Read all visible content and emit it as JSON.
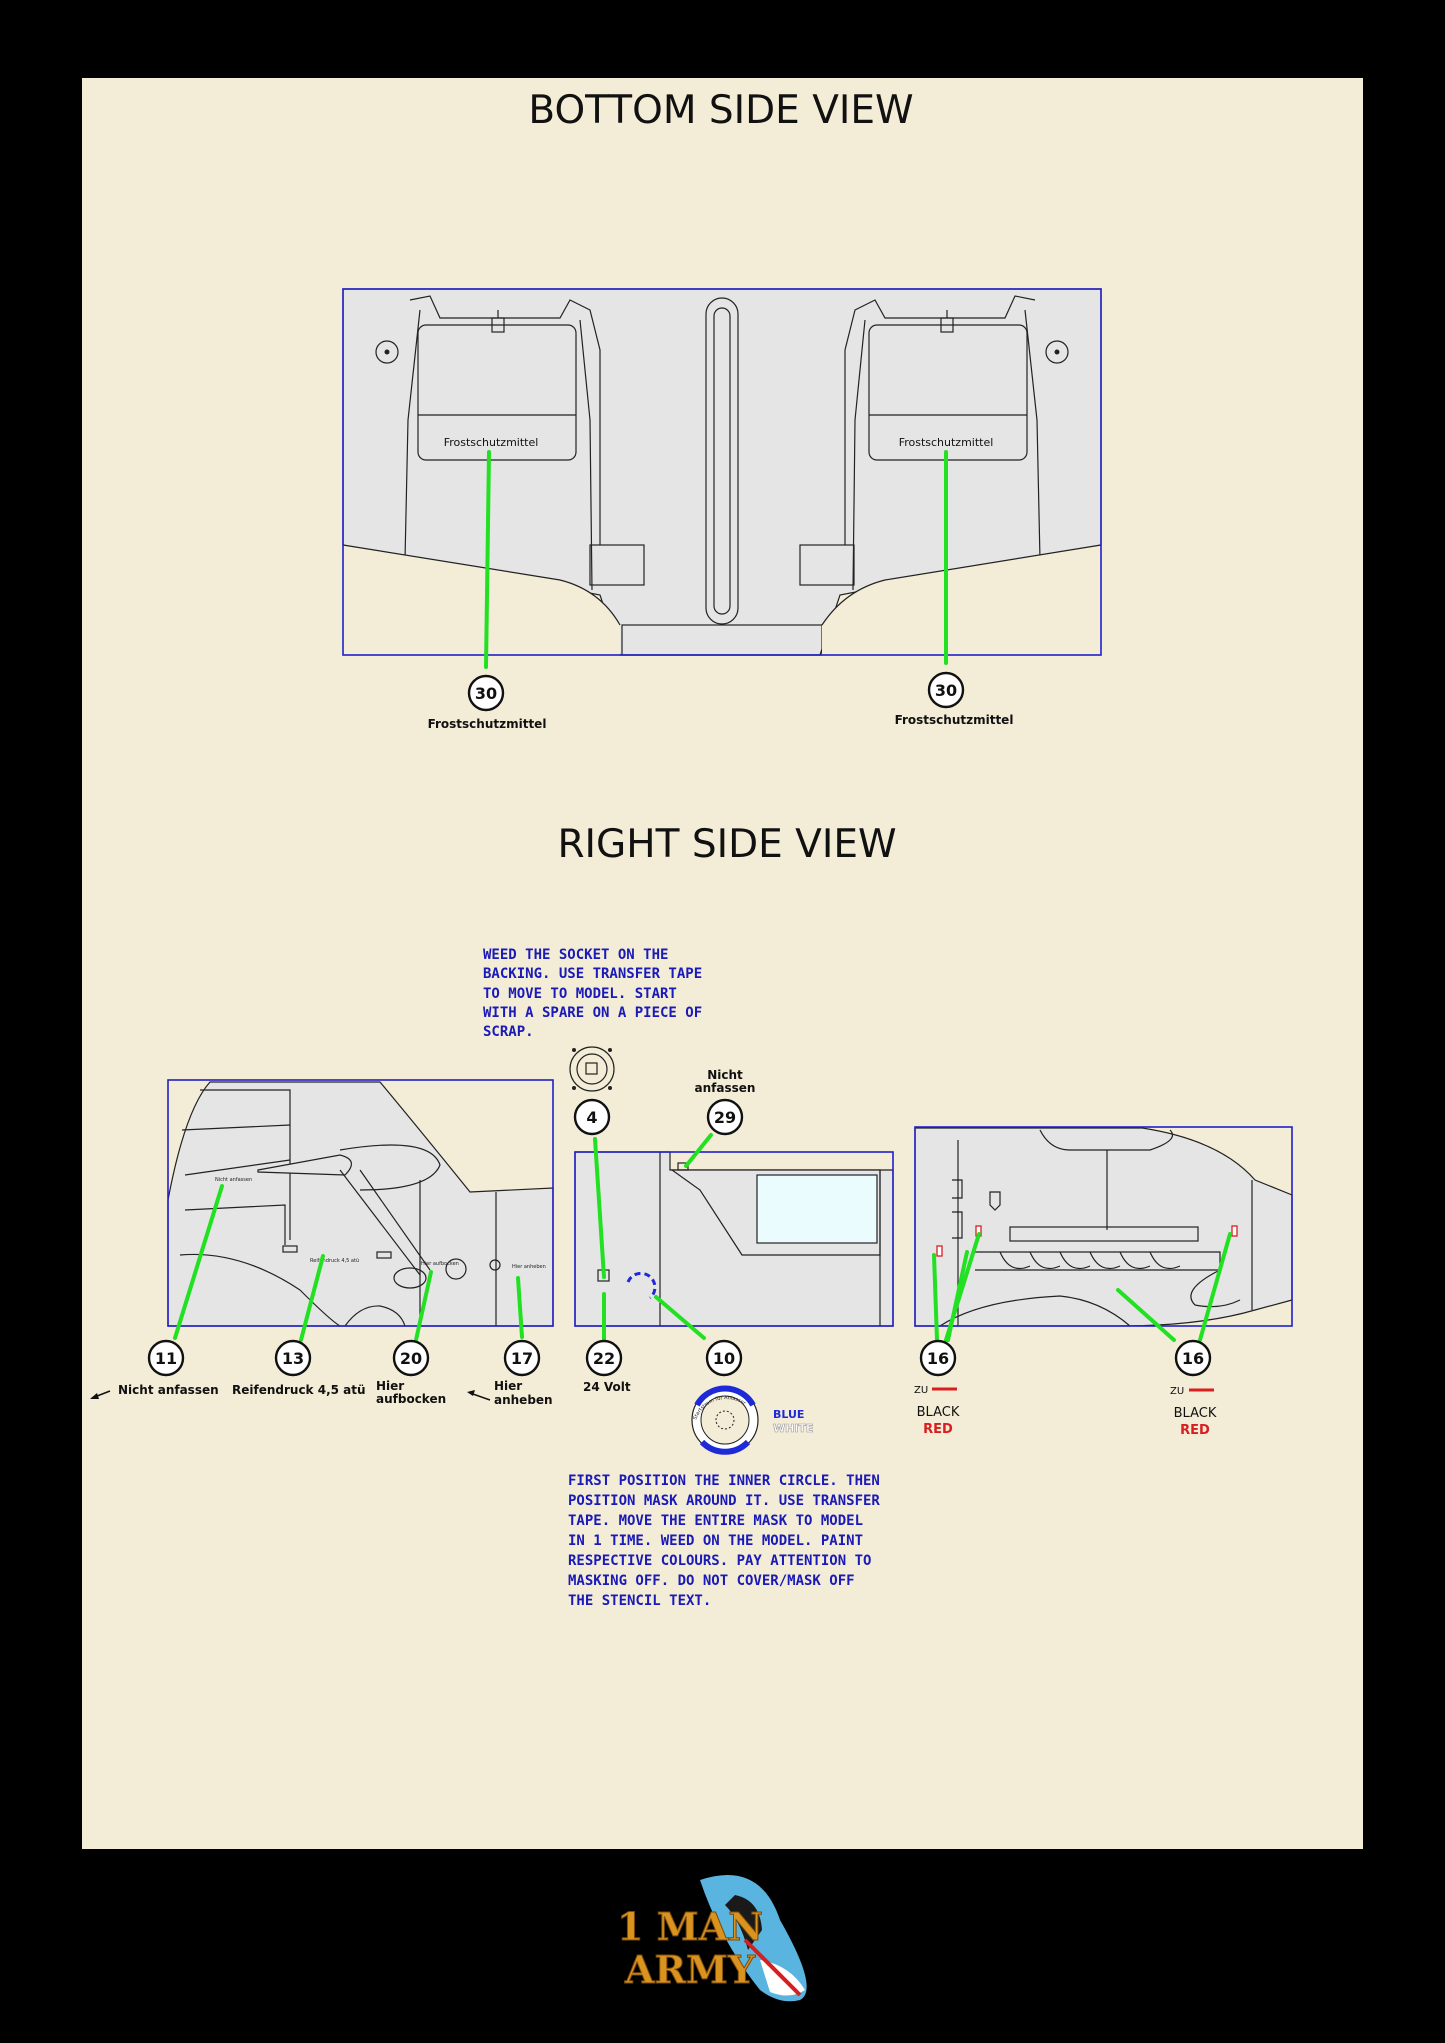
{
  "bottom_view": {
    "title": "BOTTOM SIDE VIEW",
    "panel_stencil_left": "Frostschutzmittel",
    "panel_stencil_right": "Frostschutzmittel",
    "callouts": [
      {
        "number": "30",
        "label": "Frostschutzmittel"
      },
      {
        "number": "30",
        "label": "Frostschutzmittel"
      }
    ]
  },
  "right_view": {
    "title": "RIGHT SIDE VIEW",
    "socket_note": [
      "WEED THE SOCKET ON THE",
      "BACKING. USE TRANSFER TAPE",
      "TO MOVE TO MODEL. START",
      "WITH A SPARE ON A PIECE OF",
      "SCRAP."
    ],
    "circle_note": [
      "FIRST POSITION THE INNER CIRCLE. THEN",
      "POSITION MASK AROUND IT. USE TRANSFER",
      "TAPE. MOVE THE ENTIRE MASK TO MODEL",
      "IN 1 TIME. WEED ON THE MODEL. PAINT",
      "RESPECTIVE COLOURS. PAY ATTENTION TO",
      "MASKING OFF. DO NOT COVER/MASK OFF",
      "THE STENCIL TEXT."
    ],
    "callouts": {
      "c11": {
        "number": "11",
        "label": "Nicht anfassen"
      },
      "c13": {
        "number": "13",
        "label": "Reifendruck 4,5 atü"
      },
      "c20": {
        "number": "20",
        "label_1": "Hier",
        "label_2": "aufbocken"
      },
      "c17": {
        "number": "17",
        "label_1": "Hier",
        "label_2": "anheben"
      },
      "c4": {
        "number": "4"
      },
      "c29": {
        "number": "29",
        "label_1": "Nicht",
        "label_2": "anfassen"
      },
      "c22": {
        "number": "22",
        "label": "24 Volt"
      },
      "c10": {
        "number": "10"
      },
      "c16a": {
        "number": "16",
        "zu": "ZU",
        "black": "BLACK",
        "red": "RED"
      },
      "c16b": {
        "number": "16",
        "zu": "ZU",
        "black": "BLACK",
        "red": "RED"
      }
    },
    "tiny_stencils": {
      "nicht_anfassen": "Nicht anfassen",
      "reifendruck": "Reifendruck 4,5 atü",
      "hier_aufbocken": "Hier aufbocken",
      "hier_anheben": "Hier anheben"
    },
    "socket_ring_text": "Startstrom für Anlasser",
    "legend": {
      "blue": "BLUE",
      "white": "WHITE"
    }
  },
  "logo": {
    "line1": "1 MAN",
    "line2": "ARMY"
  },
  "colors": {
    "background": "#000000",
    "sheet": "#f3ecd6",
    "frame": "#2020c8",
    "leader": "#22e022",
    "note_text": "#1a1ab8",
    "red": "#d81e1e",
    "blue": "#1e2ad8",
    "logo_gold": "#d9931e",
    "logo_sky": "#5ab4e0"
  }
}
